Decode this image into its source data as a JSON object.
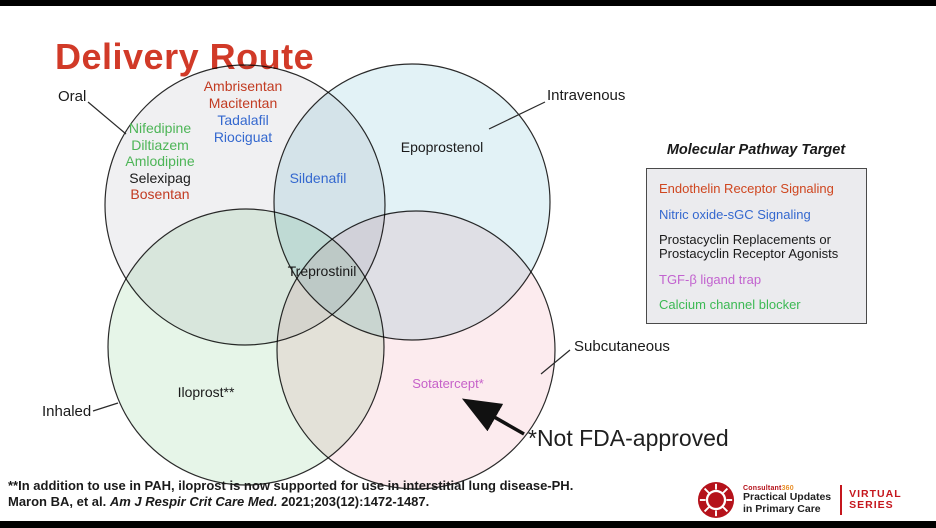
{
  "slide": {
    "title": "Delivery Route",
    "not_fda_note": "*Not FDA-approved",
    "footnote_line1": "**In addition to use in PAH, iloprost is now supported for use in interstitial lung disease-PH.",
    "footnote_line2_prefix": "Maron BA, et al. ",
    "footnote_line2_journal": "Am J Respir Crit Care Med.",
    "footnote_line2_suffix": " 2021;203(12):1472-1487."
  },
  "palette": {
    "title_red": "#d13a28",
    "drug_red": "#c23b22",
    "drug_blue": "#3468cf",
    "drug_green": "#4db557",
    "drug_magenta": "#c661c9",
    "text_black": "#1a1a1a",
    "brand_red": "#b5121b",
    "brand_orange": "#e88f2a",
    "series_red": "#c5161d"
  },
  "venn": {
    "fills": {
      "oral": "#f0f0f2",
      "intravenous": "#e2f2f6",
      "inhaled": "#e6f5e8",
      "subcutaneous": "#fcebee"
    },
    "routes": {
      "oral": {
        "label": "Oral"
      },
      "intravenous": {
        "label": "Intravenous"
      },
      "inhaled": {
        "label": "Inhaled"
      },
      "subcutaneous": {
        "label": "Subcutaneous"
      }
    },
    "drug_groups": {
      "oral_center": {
        "items": [
          {
            "text": "Ambrisentan",
            "color": "#c23b22"
          },
          {
            "text": "Macitentan",
            "color": "#c23b22"
          },
          {
            "text": "Tadalafil",
            "color": "#3468cf"
          },
          {
            "text": "Riociguat",
            "color": "#3468cf"
          }
        ]
      },
      "oral_left": {
        "items": [
          {
            "text": "Nifedipine",
            "color": "#4db557"
          },
          {
            "text": "Diltiazem",
            "color": "#4db557"
          },
          {
            "text": "Amlodipine",
            "color": "#4db557"
          },
          {
            "text": "Selexipag",
            "color": "#1a1a1a"
          },
          {
            "text": "Bosentan",
            "color": "#c23b22"
          }
        ]
      }
    },
    "drugs": {
      "sildenafil": {
        "text": "Sildenafil",
        "color": "#3468cf"
      },
      "epoprostenol": {
        "text": "Epoprostenol",
        "color": "#1a1a1a"
      },
      "treprostinil": {
        "text": "Treprostinil",
        "color": "#1a1a1a"
      },
      "iloprost": {
        "text": "Iloprost**",
        "color": "#1a1a1a"
      },
      "sotatercept": {
        "text": "Sotatercept*",
        "color": "#c661c9"
      }
    }
  },
  "legend": {
    "title": "Molecular Pathway Target",
    "items": [
      {
        "text": "Endothelin Receptor Signaling",
        "color": "#cf461f"
      },
      {
        "text": "Nitric oxide-sGC Signaling",
        "color": "#3468cf"
      },
      {
        "text": "Prostacyclin Replacements or Prostacyclin Receptor Agonists",
        "color": "#1a1a1a"
      },
      {
        "text": "TGF-β ligand trap",
        "color": "#c263cf"
      },
      {
        "text": "Calcium channel blocker",
        "color": "#3cb954"
      }
    ]
  },
  "branding": {
    "consultant": "Consultant",
    "consultant_num": "360",
    "program_line1": "Practical Updates",
    "program_line2": "in Primary Care",
    "series_line1": "VIRTUAL",
    "series_line2": "SERIES"
  }
}
